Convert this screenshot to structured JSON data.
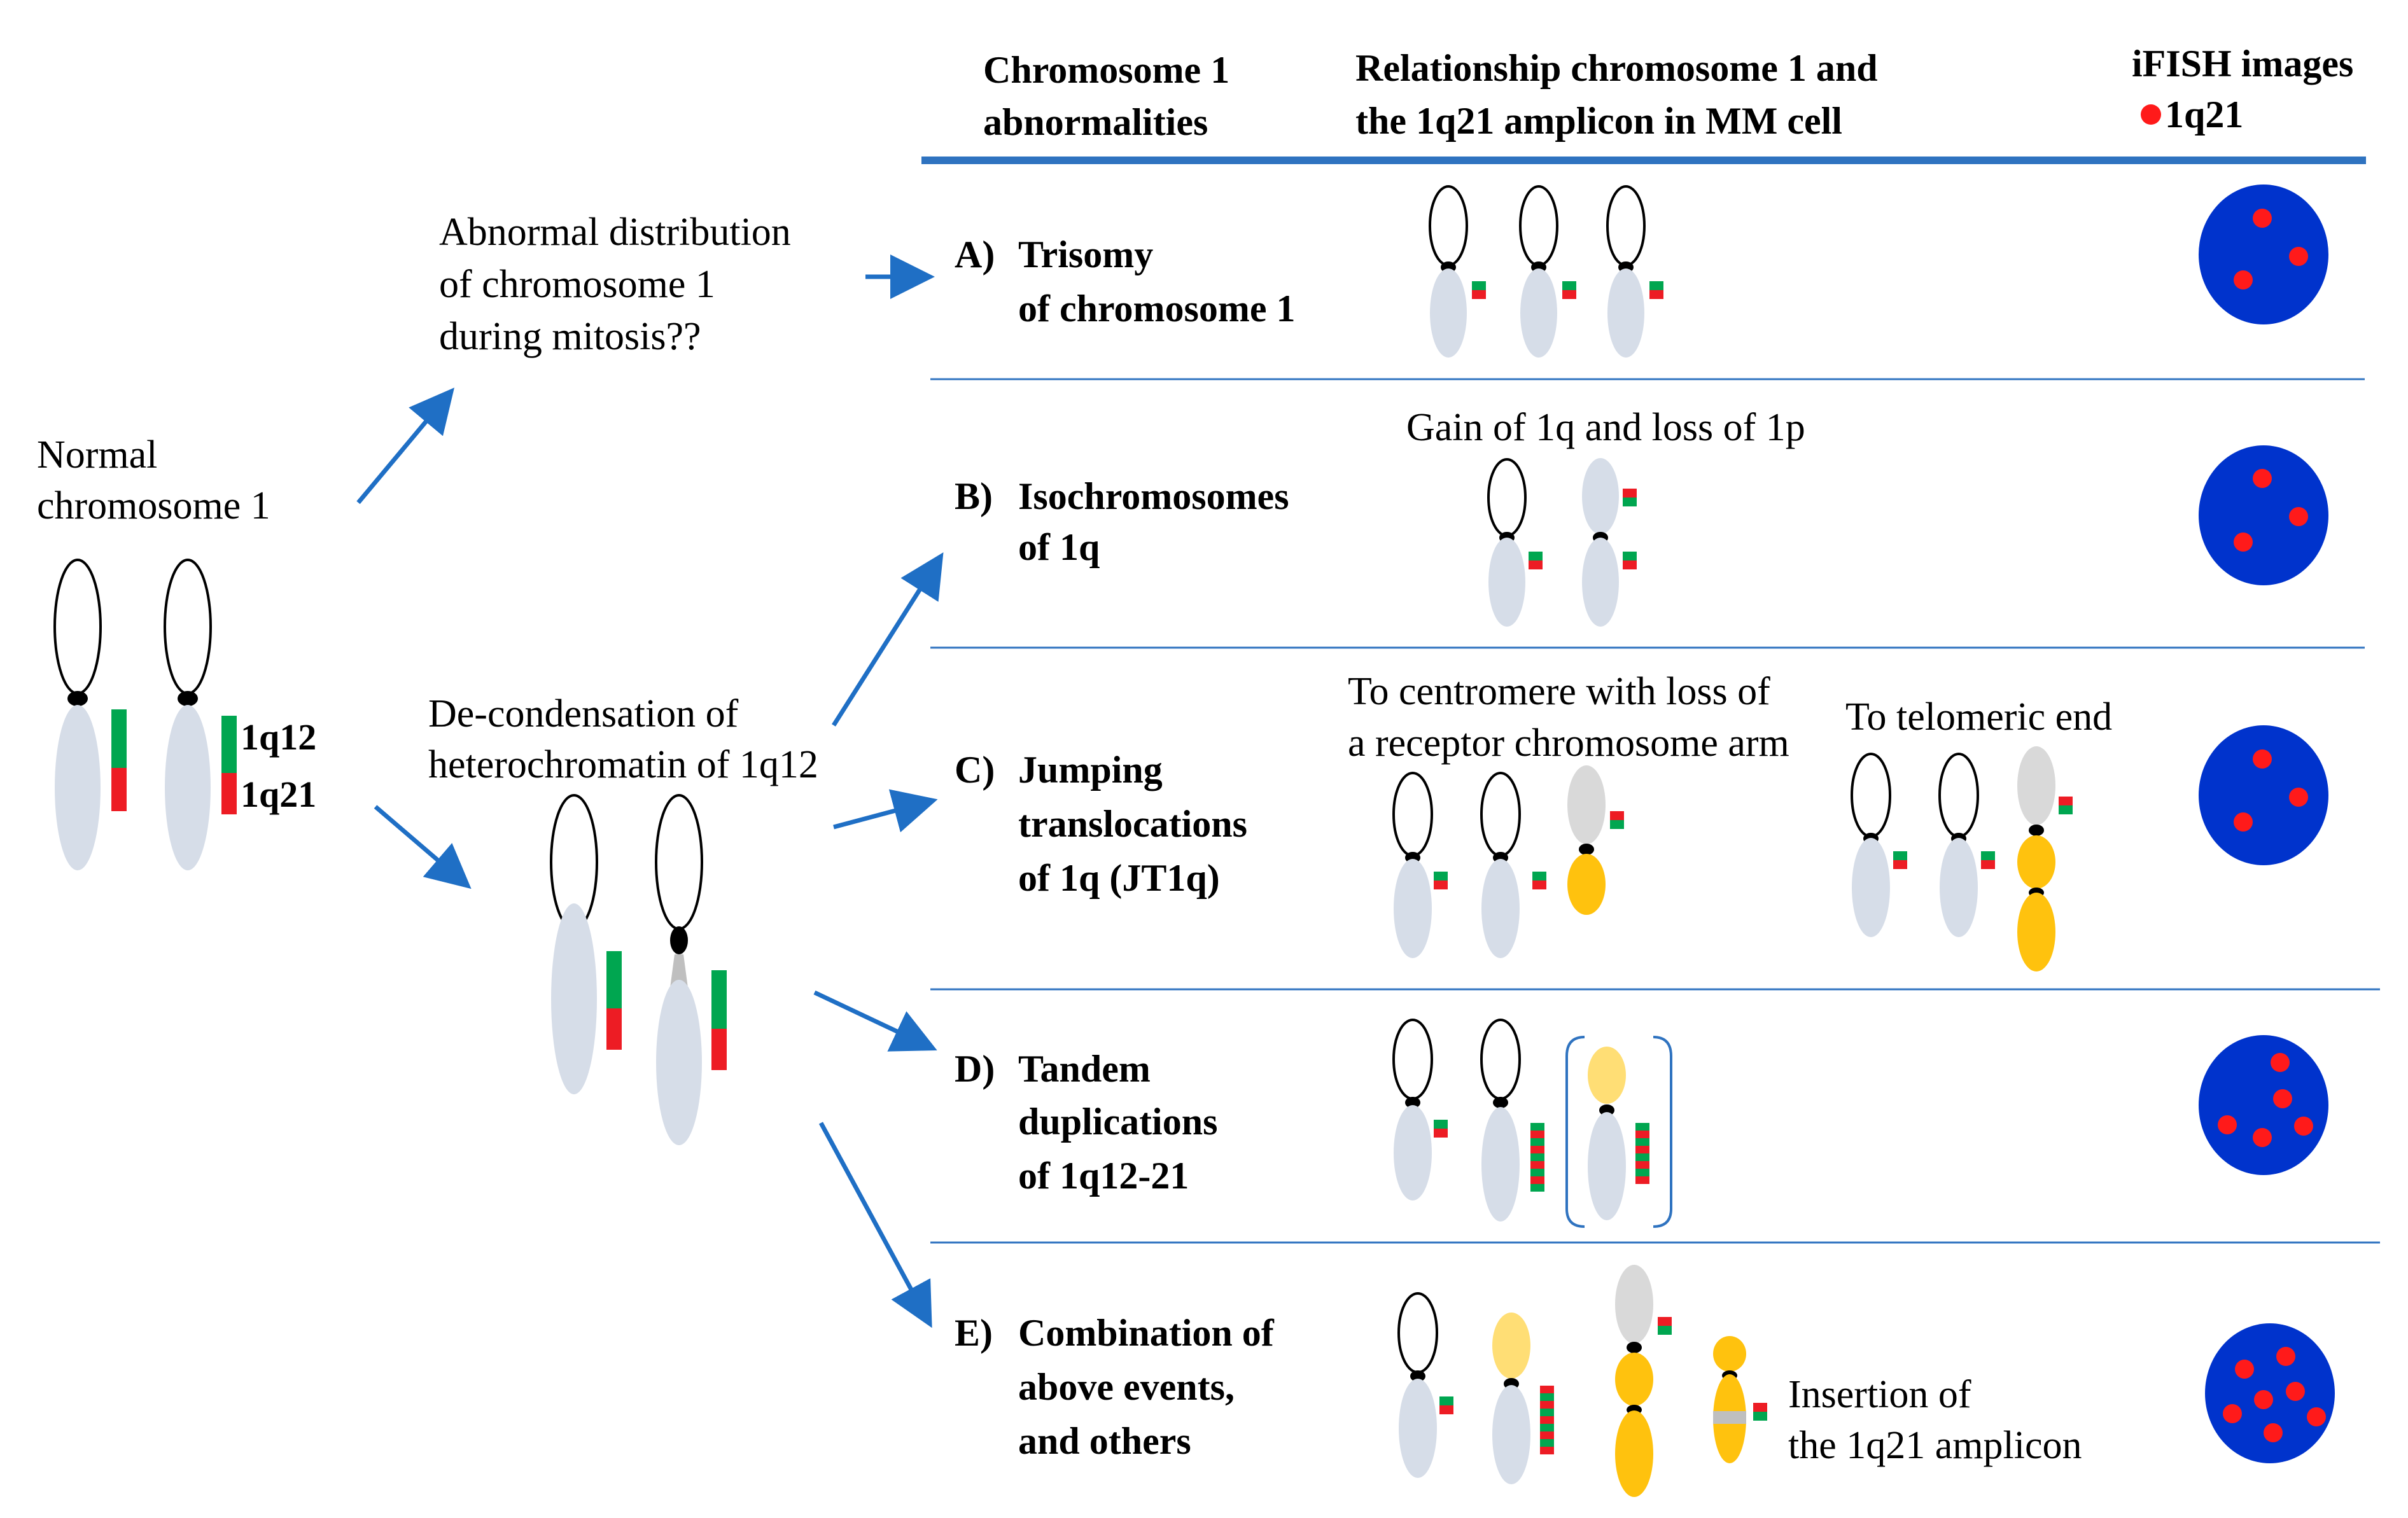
{
  "headers": {
    "col1_line1": "Chromosome 1",
    "col1_line2": "abnormalities",
    "col2_line1": "Relationship  chromosome 1 and",
    "col2_line2": "the 1q21 amplicon  in MM cell",
    "col3_line1": "iFISH images",
    "col3_legend": "1q21"
  },
  "left": {
    "normal_line1": "Normal",
    "normal_line2": "chromosome  1",
    "band_1q12": "1q12",
    "band_1q21": "1q21"
  },
  "middle": {
    "abnormal_line1": "Abnormal  distribution",
    "abnormal_line2": "of chromosome  1",
    "abnormal_line3": "during mitosis??",
    "decond_line1": "De-condensation  of",
    "decond_line2": "heterochromatin  of 1q12"
  },
  "rows": [
    {
      "letter": "A)",
      "lines": [
        "Trisomy",
        "of chromosome  1"
      ],
      "dots": 3
    },
    {
      "letter": "B)",
      "lines": [
        "Isochromosomes",
        "of 1q"
      ],
      "dots": 3
    },
    {
      "letter": "C)",
      "lines": [
        "Jumping",
        "translocations",
        "of 1q (JT1q)"
      ],
      "dots": 3
    },
    {
      "letter": "D)",
      "lines": [
        "Tandem",
        "duplications",
        "of 1q12-21"
      ],
      "dots": 5
    },
    {
      "letter": "E)",
      "lines": [
        "Combination  of",
        "above events,",
        "and others"
      ],
      "dots": 7
    }
  ],
  "annotations": {
    "b_caption": "Gain of 1q and loss of 1p",
    "c_caption_left_line1": "To centromere with loss of",
    "c_caption_left_line2": "a receptor chromosome arm",
    "c_caption_right": "To telomeric end",
    "e_caption_line1": "Insertion  of",
    "e_caption_line2": "the 1q21 amplicon"
  },
  "colors": {
    "accent_blue": "#2f73c0",
    "arrow_blue": "#1f6fc5",
    "chromosome_q_arm": "#d6dde8",
    "receptor_arm": "#d9d9d9",
    "yellow_chromosome": "#ffc20e",
    "light_yellow": "#ffde75",
    "green_1q12": "#00a650",
    "red_1q21": "#ed1c24",
    "nucleus_blue": "#0033cc",
    "fish_signal": "#ff1a1a"
  }
}
